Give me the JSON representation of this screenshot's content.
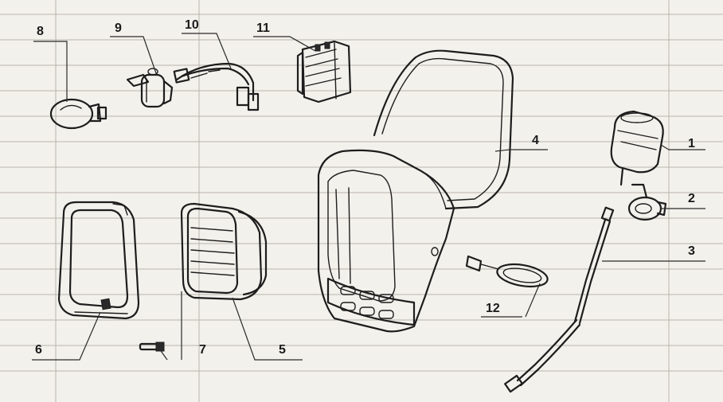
{
  "diagram": {
    "callouts": {
      "c1": "1",
      "c2": "2",
      "c3": "3",
      "c4": "4",
      "c5": "5",
      "c6": "6",
      "c7": "7",
      "c8": "8",
      "c9": "9",
      "c10": "10",
      "c11": "11",
      "c12": "12"
    }
  },
  "colors": {
    "paper": "#f3f1ec",
    "ink": "#1d1d1d",
    "bleed_through": "#bdb8ad"
  }
}
